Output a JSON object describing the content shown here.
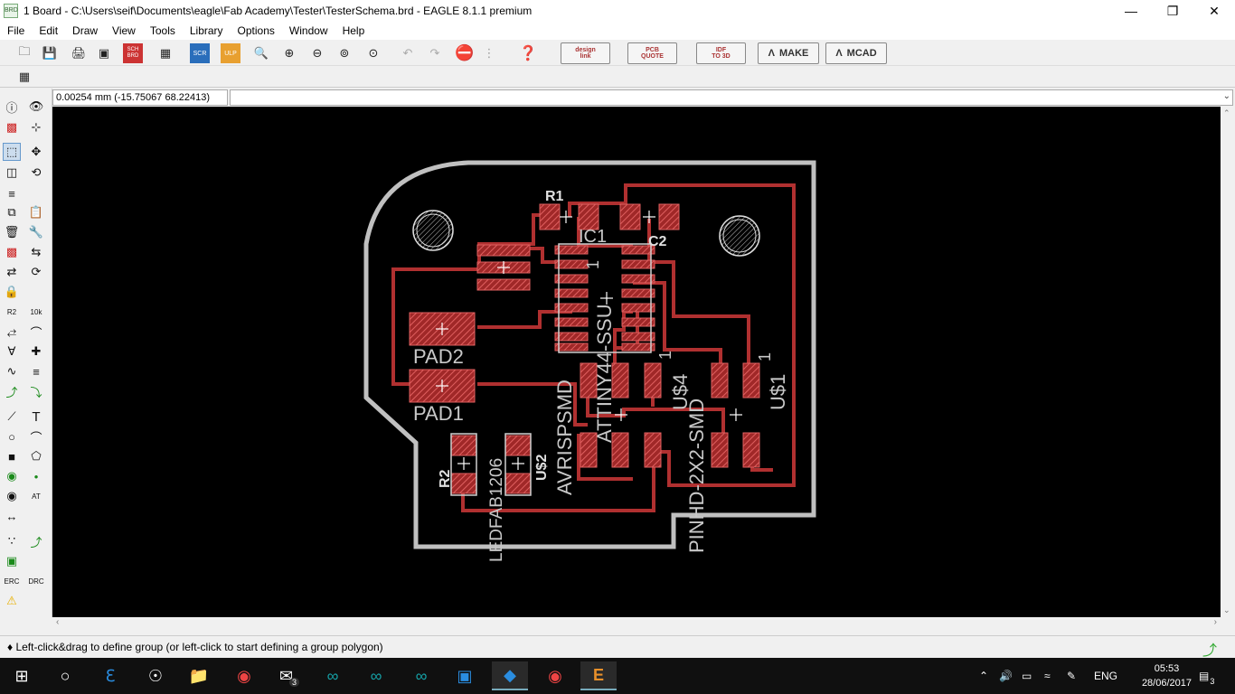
{
  "window": {
    "title": "1 Board - C:\\Users\\seif\\Documents\\eagle\\Fab Academy\\Tester\\TesterSchema.brd - EAGLE 8.1.1 premium",
    "app_icon_label": "BRD"
  },
  "menu": [
    "File",
    "Edit",
    "Draw",
    "View",
    "Tools",
    "Library",
    "Options",
    "Window",
    "Help"
  ],
  "toolbar": {
    "sch_label": "SCH",
    "brd_label": "BRD",
    "scr_label": "SCR",
    "ulp_label": "ULP",
    "design_link_top": "design",
    "design_link_bottom": "link",
    "pcb_quote_top": "PCB",
    "pcb_quote_bottom": "QUOTE",
    "idf_top": "IDF",
    "idf_bottom": "TO 3D",
    "make_label": "MAKE",
    "mcad_label": "MCAD"
  },
  "command_line": {
    "coordinates": "0.00254 mm (-15.75067 68.22413)"
  },
  "status": {
    "message": "♦ Left-click&drag to define group (or left-click to start defining a group polygon)"
  },
  "board": {
    "labels": {
      "r1": "R1",
      "ic1": "IC1",
      "c2": "C2",
      "pad2": "PAD2",
      "pad1": "PAD1",
      "r2": "R2",
      "leo": "LEDFAB1206",
      "us2": "U$2",
      "avr": "AVRISPSMD",
      "attiny": "ATTINY44-SSU",
      "us4": "U$4",
      "pinhd": "PINHD-2X2-SMD",
      "us1": "U$1",
      "pin1a": "1",
      "pin1b": "1",
      "pin1c": "1"
    },
    "colors": {
      "outline": "#c0c0c0",
      "copper": "#b03030",
      "pad_hatch": "#e06060",
      "text": "#c8c8c8"
    }
  },
  "taskbar": {
    "mail_badge": "3",
    "tray_lang": "ENG",
    "time": "05:53",
    "date": "28/06/2017",
    "notif_count": "3"
  }
}
